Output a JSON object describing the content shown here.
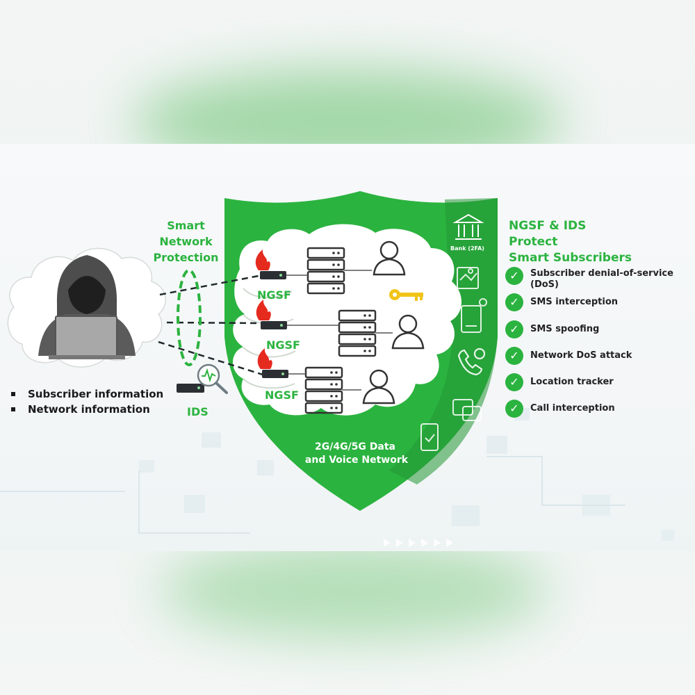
{
  "left_title": [
    "Smart",
    "Network",
    "Protection"
  ],
  "right_title": [
    "NGSF & IDS",
    "Protect",
    "Smart Subscribers"
  ],
  "ngsf_label": "NGSF",
  "ids_label": "IDS",
  "bank_label": "Bank (2FA)",
  "network_label": [
    "2G/4G/5G Data",
    "and Voice Network"
  ],
  "attacker_info": [
    "Subscriber information",
    "Network information"
  ],
  "protections": [
    "Subscriber denial-of-service (DoS)",
    "SMS interception",
    "SMS spoofing",
    "Network DoS attack",
    "Location tracker",
    "Call interception"
  ],
  "icons": {
    "check": "check-icon",
    "firewall": "flame-icon",
    "server": "server-icon",
    "user": "user-icon",
    "key": "key-icon",
    "bank": "bank-icon",
    "magnifier": "magnifier-icon",
    "phone": "phone-icon",
    "hacker": "hacker-icon"
  },
  "colors": {
    "shield": "#2bb33f",
    "accent_green": "#2bb33f",
    "flame": "#e52a1e",
    "key": "#f0c419",
    "text": "#222222"
  }
}
